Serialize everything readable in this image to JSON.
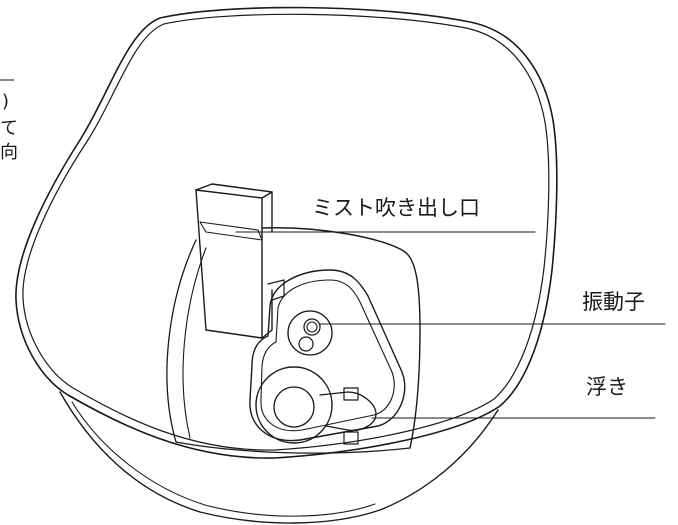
{
  "labels": {
    "mist_outlet": "ミスト吹き出し口",
    "vibrator": "振動子",
    "float": "浮き"
  },
  "left_margin_text": {
    "line1": ")",
    "line2": "て",
    "line3": "向"
  }
}
